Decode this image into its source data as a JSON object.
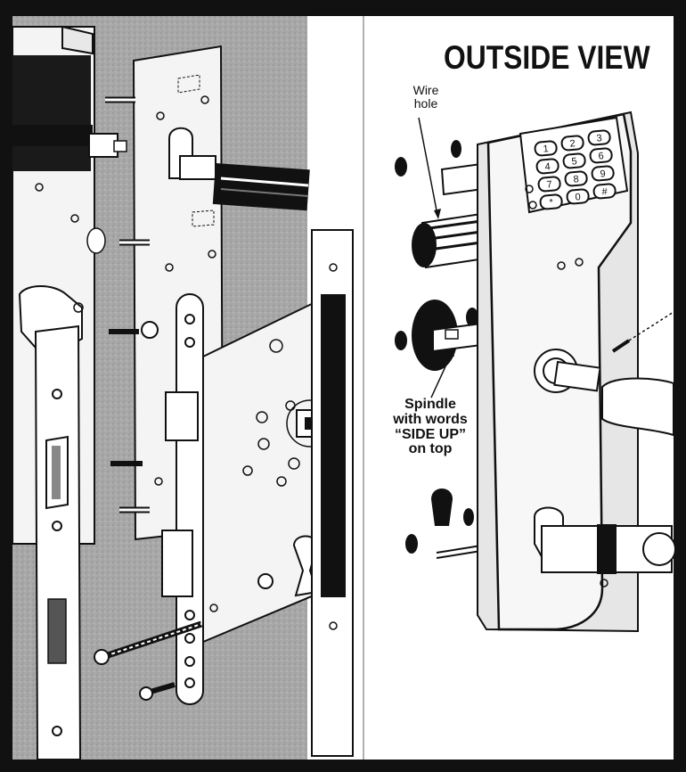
{
  "title": "OUTSIDE VIEW",
  "callouts": {
    "wire_hole": [
      "Wire",
      "hole"
    ],
    "spindle": [
      "Spindle",
      "with words",
      "“SIDE UP”",
      "on top"
    ]
  },
  "keypad": {
    "keys": [
      "1",
      "2",
      "3",
      "4",
      "5",
      "6",
      "7",
      "8",
      "9",
      "*",
      "0",
      "#"
    ]
  },
  "colors": {
    "frame": "#111111",
    "wall": "#a9a9a9",
    "metal": "#f4f4f4",
    "ink": "#111111"
  }
}
